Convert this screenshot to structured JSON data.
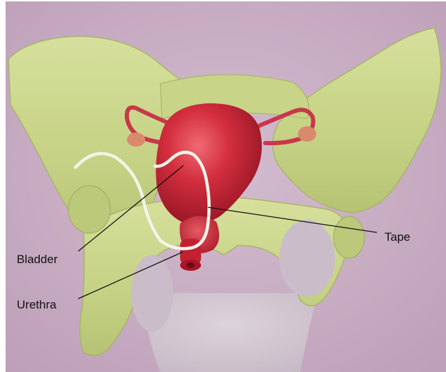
{
  "labels": {
    "bladder": "Bladder",
    "urethra": "Urethra",
    "tape": "Tape"
  },
  "colors": {
    "background": "#c9aec6",
    "bone": "#cdd98f",
    "bladder": "#cf2c3c",
    "tape": "#f2f2e6"
  }
}
